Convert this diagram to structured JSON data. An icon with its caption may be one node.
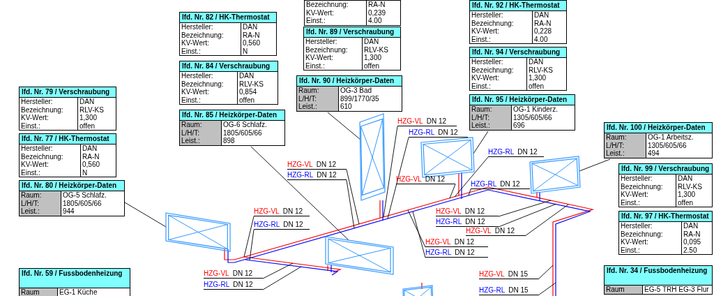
{
  "diagram": {
    "nodes": [
      {
        "text": [
          "Bezeichnung:",
          "RA-N",
          "KV-Wert:",
          "0,239",
          "Einst.:",
          "4.00"
        ]
      },
      {
        "text": [
          "lfd. Nr. 92 / HK-Thermostat",
          "Hersteller:",
          "DAN",
          "Bezeichnung:",
          "RA-N",
          "KV-Wert:",
          "0,228",
          "Einst.:",
          "4.00"
        ]
      },
      {
        "text": [
          "lfd. Nr. 82 / HK-Thermostat",
          "Hersteller:",
          "DAN",
          "Bezeichnung:",
          "RA-N",
          "KV-Wert:",
          "0,560",
          "Einst.:",
          "N"
        ]
      },
      {
        "text": [
          "lfd. Nr. 89 / Verschraubung",
          "Hersteller:",
          "DAN",
          "Bezeichnung:",
          "RLV-KS",
          "KV-Wert:",
          "1,300",
          "Einst.:",
          "offen"
        ]
      },
      {
        "text": [
          "lfd. Nr. 94 / Verschraubung",
          "Hersteller:",
          "DAN",
          "Bezeichnung:",
          "RLV-KS",
          "KV-Wert:",
          "1,300",
          "Einst.:",
          "offen"
        ]
      },
      {
        "text": [
          "lfd. Nr. 84 / Verschraubung",
          "Hersteller:",
          "DAN",
          "Bezeichnung:",
          "RLV-KS",
          "KV-Wert:",
          "0,854",
          "Einst.:",
          "offen"
        ]
      },
      {
        "text": [
          "lfd. Nr. 90 / Heizkörper-Daten",
          "Raum:",
          "OG-3 Bad",
          "L/H/T:",
          "899/1770/35",
          "Leist.:",
          "610"
        ]
      },
      {
        "text": [
          "lfd. Nr. 95 / Heizkörper-Daten",
          "Raum:",
          "OG-1 Kinderz.",
          "L/H/T:",
          "1305/605/66",
          "Leist.:",
          "696"
        ]
      },
      {
        "text": [
          "lfd. Nr. 79 / Verschraubung",
          "Hersteller:",
          "DAN",
          "Bezeichnung:",
          "RLV-KS",
          "KV-Wert:",
          "1,300",
          "Einst.:",
          "offen"
        ]
      },
      {
        "text": [
          "lfd. Nr. 85 / Heizkörper-Daten",
          "Raum:",
          "OG-6 Schlafz.",
          "L/H/T:",
          "1805/605/66",
          "Leist.:",
          "898"
        ]
      },
      {
        "text": [
          "lfd. Nr. 100 / Heizkörper-Daten",
          "Raum:",
          "OG-1 Arbeitsz.",
          "L/H/T:",
          "1305/605/66",
          "Leist.:",
          "494"
        ]
      },
      {
        "text": [
          "lfd. Nr. 77 / HK-Thermostat",
          "Hersteller:",
          "DAN",
          "Bezeichnung:",
          "RA-N",
          "KV-Wert:",
          "0,560",
          "Einst.:",
          "N"
        ]
      },
      {
        "text": [
          "lfd. Nr. 99 / Verschraubung",
          "Hersteller:",
          "DAN",
          "Bezeichnung:",
          "RLV-KS",
          "KV-Wert:",
          "1,300",
          "Einst.:",
          "offen"
        ]
      },
      {
        "text": [
          "lfd. Nr. 80 / Heizkörper-Daten",
          "Raum:",
          "OG-5 Schlafz.",
          "L/H/T:",
          "1805/605/66",
          "Leist.:",
          "944"
        ]
      },
      {
        "text": [
          "lfd. Nr. 97 / HK-Thermostat",
          "Hersteller:",
          "DAN",
          "Bezeichnung:",
          "RA-N",
          "KV-Wert:",
          "0,095",
          "Einst.:",
          "2.50"
        ]
      },
      {
        "text": [
          "lfd. Nr. 34 / Fussbodenheizung",
          "Raum",
          "EG-5 TRH EG-3 Flur"
        ]
      },
      {
        "text": [
          "lfd. Nr. 59 / Fussbodenheizung",
          "Raum",
          "EG-1 Küche"
        ]
      },
      {
        "text": [],
        "shape": "picture"
      },
      {
        "text": [],
        "shape": "picture"
      },
      {
        "text": [],
        "shape": "picture"
      },
      {
        "text": [],
        "shape": "picture"
      },
      {
        "text": [],
        "shape": "picture"
      },
      {
        "text": [],
        "shape": "picture"
      },
      {
        "text": [
          "HZG-VL",
          "DN 12"
        ]
      },
      {
        "text": [
          "HZG-RL",
          "DN 12"
        ]
      },
      {
        "text": [
          "HZG-VL",
          "DN 12"
        ]
      },
      {
        "text": [
          "HZG-RL",
          "DN 12"
        ]
      },
      {
        "text": [
          "HZG-RL",
          "DN 12"
        ]
      },
      {
        "text": [
          "HZG-VL",
          "DN 12"
        ]
      },
      {
        "text": [
          "HZG-RL",
          "DN 12"
        ]
      },
      {
        "text": [
          "HZG-VL",
          "DN 12"
        ]
      },
      {
        "text": [
          "HZG-RL",
          "DN 12"
        ]
      },
      {
        "text": [
          "HZG-VL",
          "DN 12"
        ]
      },
      {
        "text": [
          "HZG-VL",
          "DN 12"
        ]
      },
      {
        "text": [
          "HZG-RL",
          "DN 12"
        ]
      },
      {
        "text": [
          "HZG-VL",
          "DN 12"
        ]
      },
      {
        "text": [
          "HZG-RL",
          "DN 12"
        ]
      },
      {
        "text": [
          "HZG-VL",
          "DN 12"
        ]
      },
      {
        "text": [
          "HZG-RL",
          "DN 12"
        ]
      },
      {
        "text": [
          "HZG-VL",
          "DN 15"
        ]
      },
      {
        "text": [
          "HZG-RL",
          "DN 15"
        ]
      }
    ],
    "edges": [
      {
        "from": 6,
        "to": 17,
        "arrow": "none"
      },
      {
        "from": 7,
        "to": 18,
        "arrow": "none"
      },
      {
        "from": 9,
        "to": 21,
        "arrow": "none"
      },
      {
        "from": 10,
        "to": 19,
        "arrow": "none"
      },
      {
        "from": 13,
        "to": 20,
        "arrow": "none"
      },
      {
        "from": 23,
        "to": null,
        "arrow": "none"
      },
      {
        "from": 24,
        "to": null,
        "arrow": "none"
      },
      {
        "from": 25,
        "to": null,
        "arrow": "none"
      },
      {
        "from": 26,
        "to": null,
        "arrow": "none"
      },
      {
        "from": 27,
        "to": null,
        "arrow": "none"
      },
      {
        "from": 28,
        "to": null,
        "arrow": "none"
      },
      {
        "from": 29,
        "to": null,
        "arrow": "none"
      },
      {
        "from": 30,
        "to": null,
        "arrow": "none"
      },
      {
        "from": 31,
        "to": null,
        "arrow": "none"
      },
      {
        "from": 32,
        "to": null,
        "arrow": "none"
      },
      {
        "from": 33,
        "to": null,
        "arrow": "none"
      },
      {
        "from": 34,
        "to": null,
        "arrow": "none"
      },
      {
        "from": 35,
        "to": null,
        "arrow": "none"
      },
      {
        "from": 36,
        "to": null,
        "arrow": "none"
      },
      {
        "from": 37,
        "to": null,
        "arrow": "none"
      },
      {
        "from": 38,
        "to": null,
        "arrow": "none"
      },
      {
        "from": 39,
        "to": null,
        "arrow": "none"
      },
      {
        "from": 40,
        "to": null,
        "arrow": "none"
      }
    ]
  }
}
